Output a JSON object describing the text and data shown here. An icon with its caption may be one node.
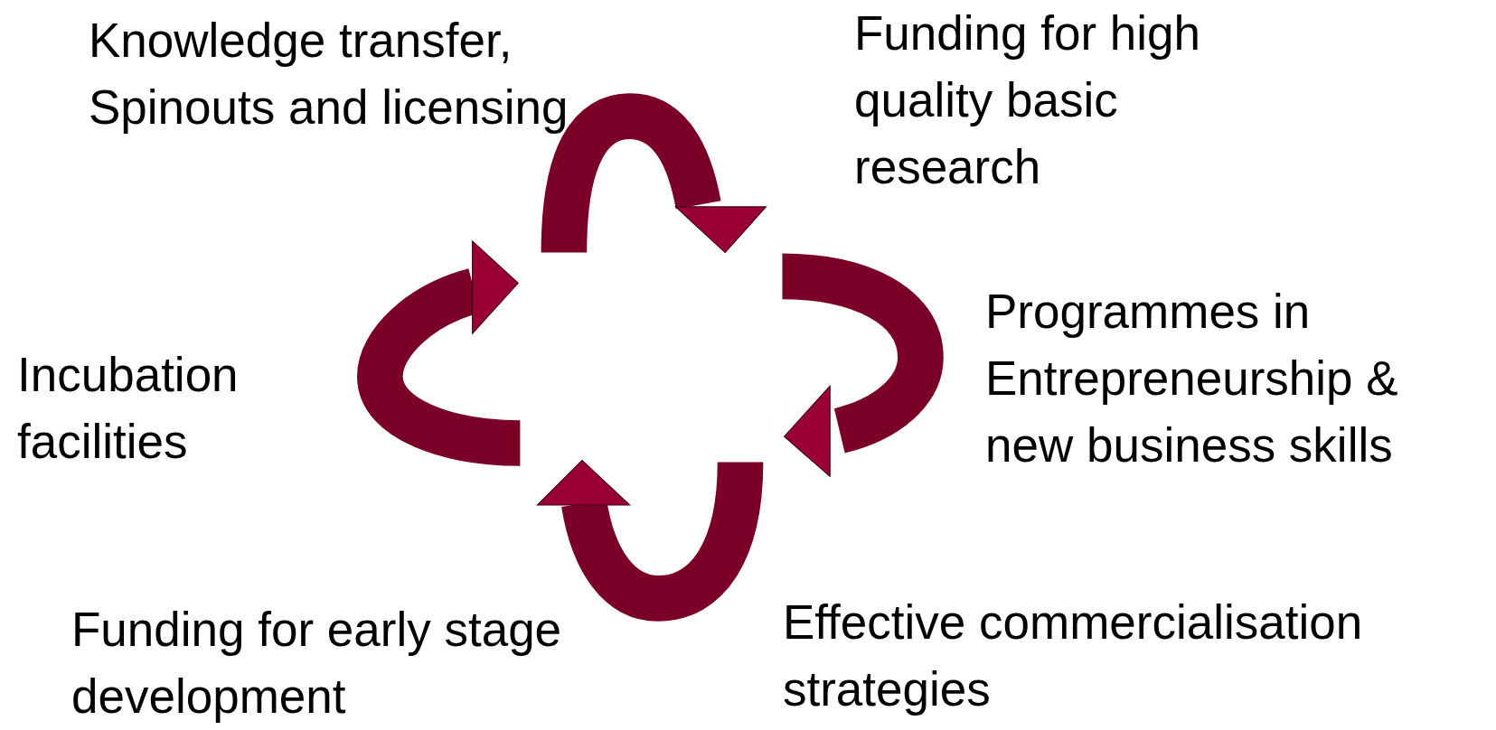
{
  "diagram": {
    "labels": [
      "Knowledge transfer, Spinouts and licensing",
      "Funding for high quality basic research",
      "Incubation facilities",
      "Programmes in Entrepreneurship & new business skills",
      "Funding for early stage development",
      "Effective commercialisation strategies"
    ]
  }
}
